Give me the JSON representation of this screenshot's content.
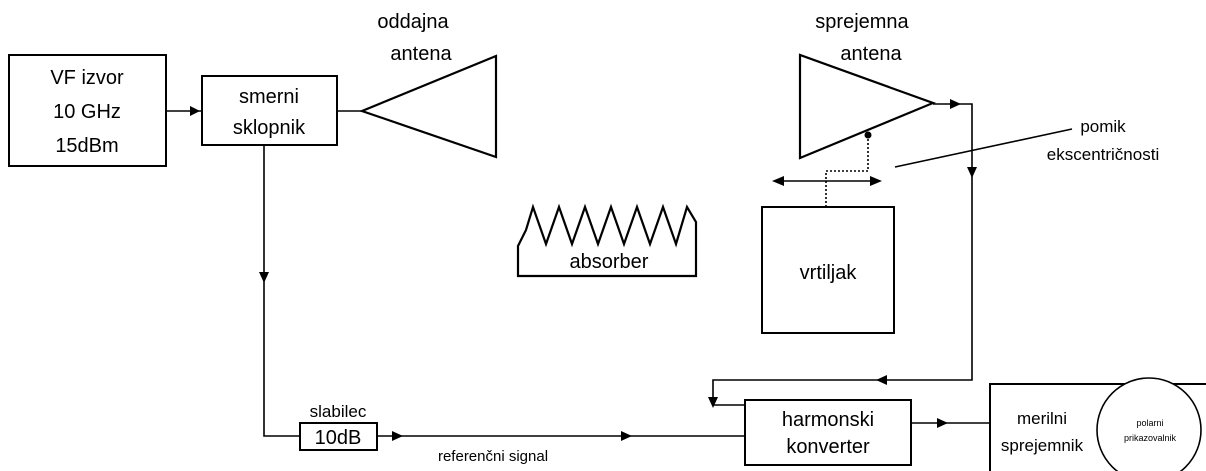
{
  "blocks": {
    "source": {
      "line1": "VF izvor",
      "line2": "10 GHz",
      "line3": "15dBm"
    },
    "coupler": {
      "line1": "smerni",
      "line2": "sklopnik"
    },
    "tx_antenna": {
      "line1": "oddajna",
      "line2": "antena"
    },
    "rx_antenna": {
      "line1": "sprejemna",
      "line2": "antena"
    },
    "offset": {
      "line1": "pomik",
      "line2": "ekscentričnosti"
    },
    "absorber": {
      "label": "absorber"
    },
    "turntable": {
      "label": "vrtiljak"
    },
    "attenuator": {
      "title": "slabilec",
      "value": "10dB"
    },
    "reference": {
      "label": "referenčni signal"
    },
    "mixer": {
      "line1": "harmonski",
      "line2": "konverter"
    },
    "receiver": {
      "line1": "merilni",
      "line2": "sprejemnik"
    },
    "display": {
      "line1": "polarni",
      "line2": "prikazovalnik"
    }
  }
}
